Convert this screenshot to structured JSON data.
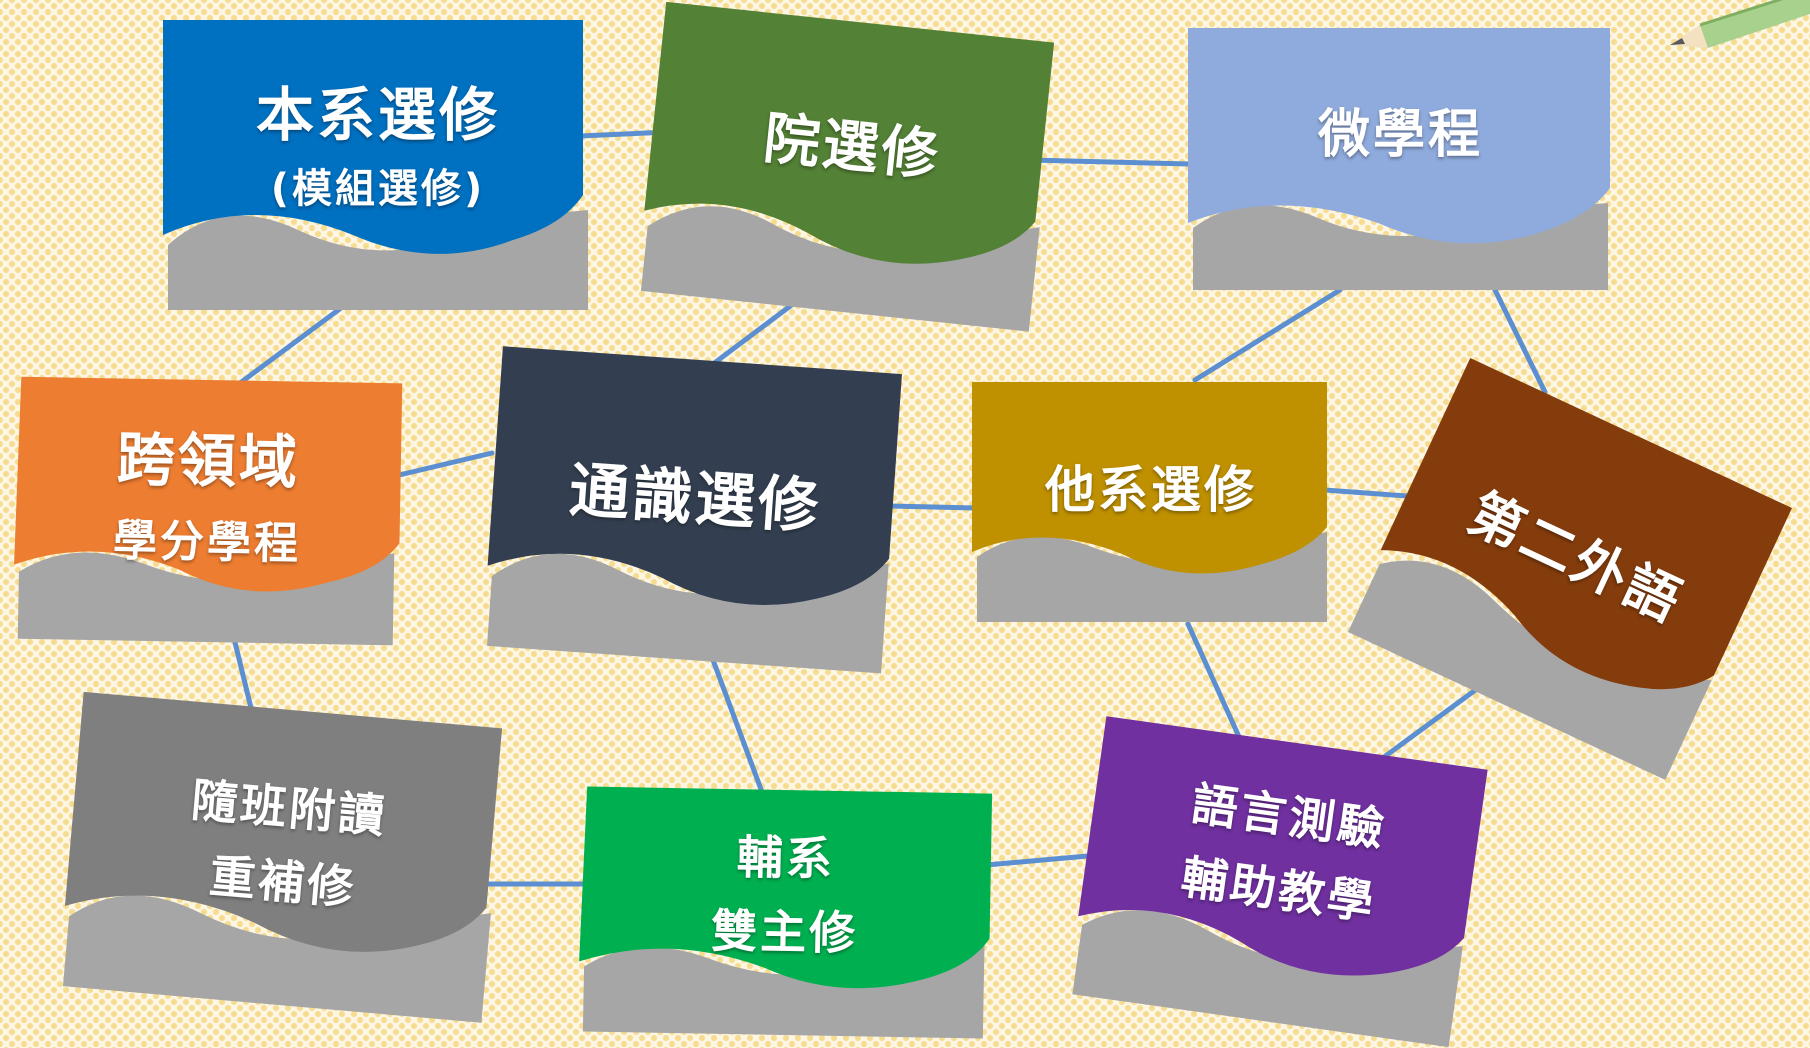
{
  "cards": {
    "dept_elective": {
      "line1": "本系選修",
      "line2": "(模組選修)",
      "color": "#0070c0"
    },
    "college_elective": {
      "line1": "院選修",
      "color": "#538135"
    },
    "micro_program": {
      "line1": "微學程",
      "color": "#8faadc"
    },
    "cross_domain": {
      "line1": "跨領域",
      "line2": "學分學程",
      "color": "#ed7d31"
    },
    "general_elective": {
      "line1": "通識選修",
      "color": "#333f50"
    },
    "other_dept_elective": {
      "line1": "他系選修",
      "color": "#bf9000"
    },
    "second_language": {
      "line1": "第二外語",
      "color": "#843c0c"
    },
    "audit_retake": {
      "line1": "隨班附讀",
      "line2": "重補修",
      "color": "#7f7f7f"
    },
    "minor_double_major": {
      "line1": "輔系",
      "line2": "雙主修",
      "color": "#00b050"
    },
    "language_test": {
      "line1": "語言測驗",
      "line2": "輔助教學",
      "color": "#7030a0"
    }
  },
  "shadow_color": "#a6a6a6",
  "connector_color": "#5b8fd1",
  "icons": {
    "corner": "pencil-icon"
  }
}
